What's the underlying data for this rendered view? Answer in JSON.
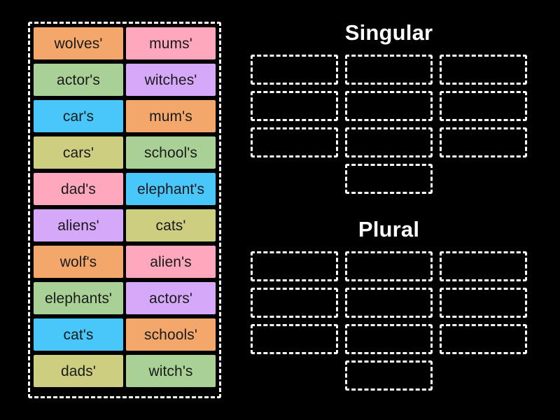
{
  "page": {
    "background_color": "#000000",
    "activity_type": "group-sort-drag-and-drop"
  },
  "word_bank": {
    "name": "word-bank",
    "border_color": "#ffffff",
    "tiles": [
      {
        "label": "wolves'",
        "color": "#F3A76B"
      },
      {
        "label": "mums'",
        "color": "#FFA7BC"
      },
      {
        "label": "actor's",
        "color": "#A9D196"
      },
      {
        "label": "witches'",
        "color": "#D6A8FA"
      },
      {
        "label": "car's",
        "color": "#49C6FA"
      },
      {
        "label": "mum's",
        "color": "#F3A76B"
      },
      {
        "label": "cars'",
        "color": "#CDCE80"
      },
      {
        "label": "school's",
        "color": "#A9D196"
      },
      {
        "label": "dad's",
        "color": "#FFA7BC"
      },
      {
        "label": "elephant's",
        "color": "#49C6FA"
      },
      {
        "label": "aliens'",
        "color": "#D6A8FA"
      },
      {
        "label": "cats'",
        "color": "#CDCE80"
      },
      {
        "label": "wolf's",
        "color": "#F3A76B"
      },
      {
        "label": "alien's",
        "color": "#FFA7BC"
      },
      {
        "label": "elephants'",
        "color": "#A9D196"
      },
      {
        "label": "actors'",
        "color": "#D6A8FA"
      },
      {
        "label": "cat's",
        "color": "#49C6FA"
      },
      {
        "label": "schools'",
        "color": "#F3A76B"
      },
      {
        "label": "dads'",
        "color": "#CDCE80"
      },
      {
        "label": "witch's",
        "color": "#A9D196"
      }
    ]
  },
  "groups": [
    {
      "title": "Singular",
      "slot_count": 10,
      "slot_border_color": "#ffffff"
    },
    {
      "title": "Plural",
      "slot_count": 10,
      "slot_border_color": "#ffffff"
    }
  ]
}
